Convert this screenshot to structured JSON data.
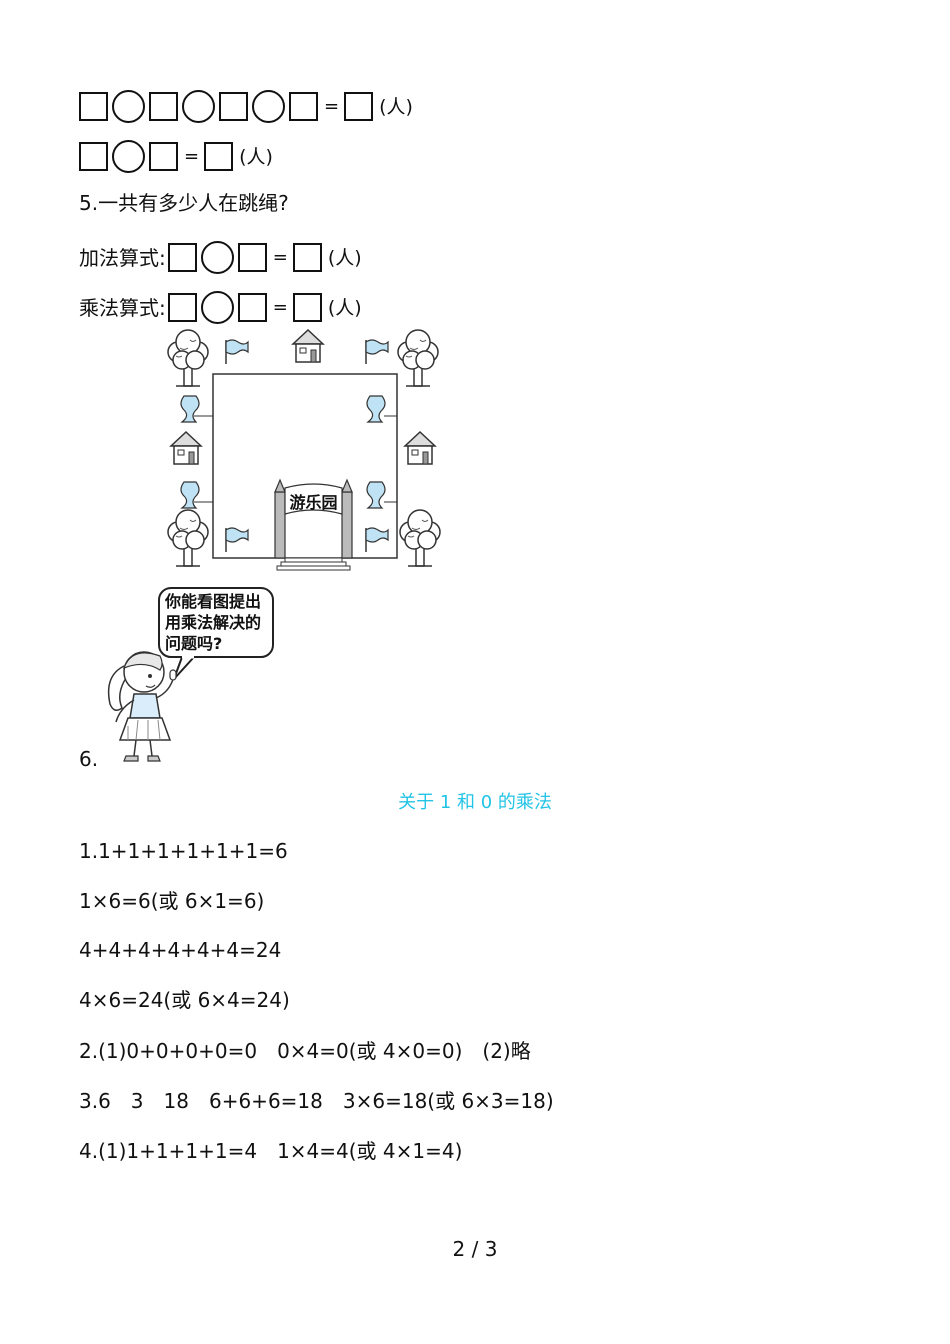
{
  "equations": {
    "row1_unit": "(人)",
    "row2_unit": "(人)",
    "equals": "="
  },
  "q5": {
    "question": "5.一共有多少人在跳绳?",
    "add_label": "加法算式:",
    "mul_label": "乘法算式:",
    "unit": "(人)"
  },
  "illustration": {
    "sign": "游乐园",
    "bubble_lines": [
      "你能看图提出",
      "用乘法解决的",
      "问题吗?"
    ]
  },
  "q6_label": "6.",
  "answers": {
    "title": "关于 1 和 0 的乘法",
    "lines": [
      "1.1+1+1+1+1+1=6",
      "1×6=6(或 6×1=6)",
      "4+4+4+4+4+4=24",
      "4×6=24(或 6×4=24)",
      "2.(1)0+0+0+0=0　0×4=0(或 4×0=0)　(2)略",
      "3.6　3　18　6+6+6=18　3×6=18(或 6×3=18)",
      "4.(1)1+1+1+1=4　1×4=4(或 4×1=4)"
    ]
  },
  "page_number": "2 / 3"
}
